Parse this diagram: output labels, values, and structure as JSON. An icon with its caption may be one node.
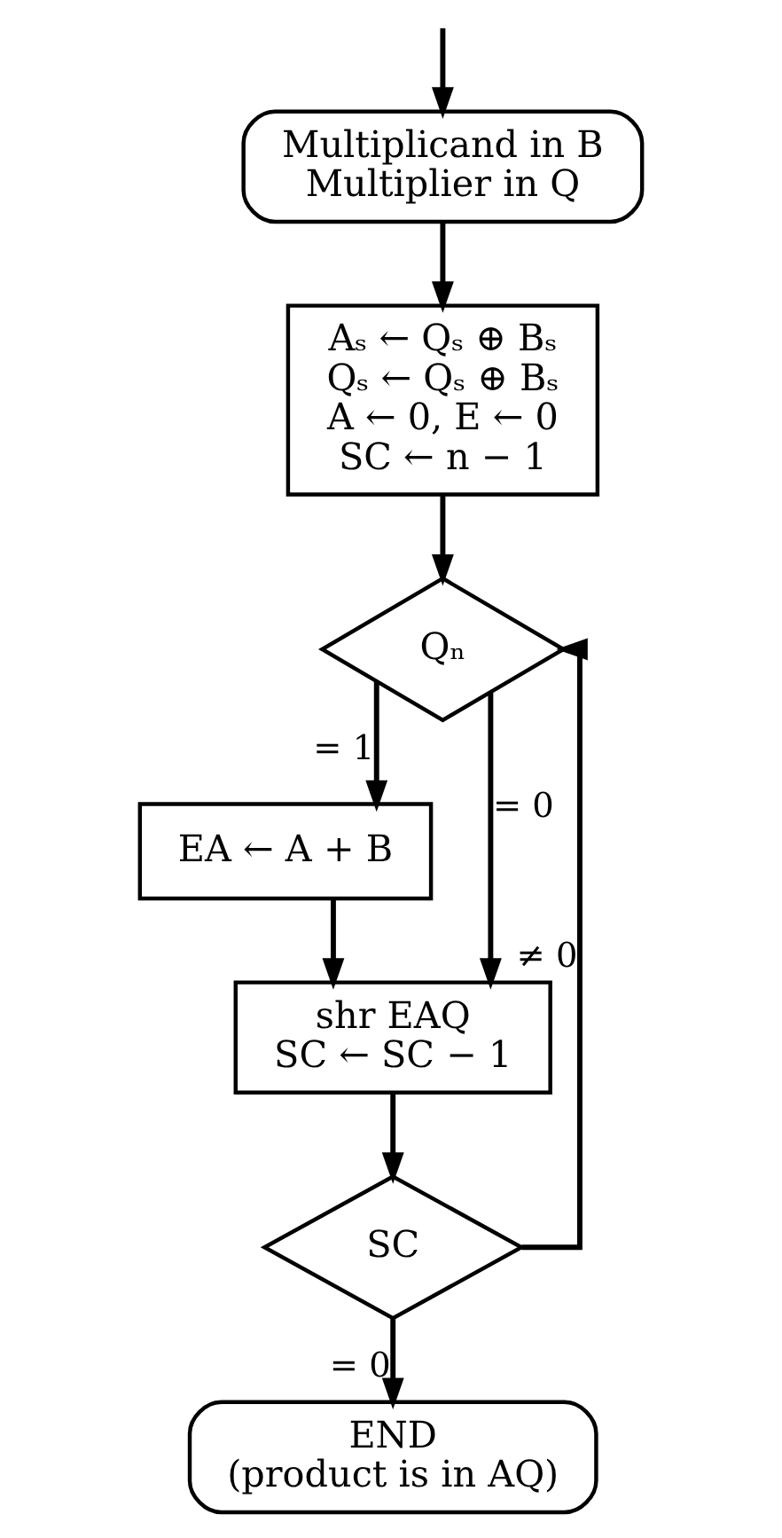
{
  "diagram": {
    "nodes": [
      {
        "text": [
          "Multiplicand in B",
          "Multiplier in Q"
        ]
      },
      {
        "text": [
          "Aₛ ← Qₛ ⊕ Bₛ",
          "Qₛ ← Qₛ ⊕ Bₛ",
          "A ← 0, E ← 0",
          "SC ← n − 1"
        ]
      },
      {
        "text": [
          "Qₙ"
        ]
      },
      {
        "text": [
          "EA ← A + B"
        ]
      },
      {
        "text": [
          "shr EAQ",
          "SC ← SC − 1"
        ]
      },
      {
        "text": [
          "SC"
        ]
      },
      {
        "text": [
          "END",
          "(product is in AQ)"
        ]
      }
    ],
    "edges": [
      {
        "from": null,
        "to": 0,
        "arrow": "to"
      },
      {
        "from": 0,
        "to": 1,
        "arrow": "to"
      },
      {
        "from": 1,
        "to": 2,
        "arrow": "to"
      },
      {
        "from": 2,
        "to": 4,
        "arrow": "to",
        "label": "= 0"
      },
      {
        "from": 2,
        "to": 3,
        "arrow": "to",
        "label": "= 1"
      },
      {
        "from": 3,
        "to": 4,
        "arrow": "to"
      },
      {
        "from": 4,
        "to": 5,
        "arrow": "to"
      },
      {
        "from": 5,
        "to": 2,
        "arrow": "to",
        "label": "≠ 0"
      },
      {
        "from": 5,
        "to": 6,
        "arrow": "to",
        "label": "= 0"
      }
    ]
  }
}
